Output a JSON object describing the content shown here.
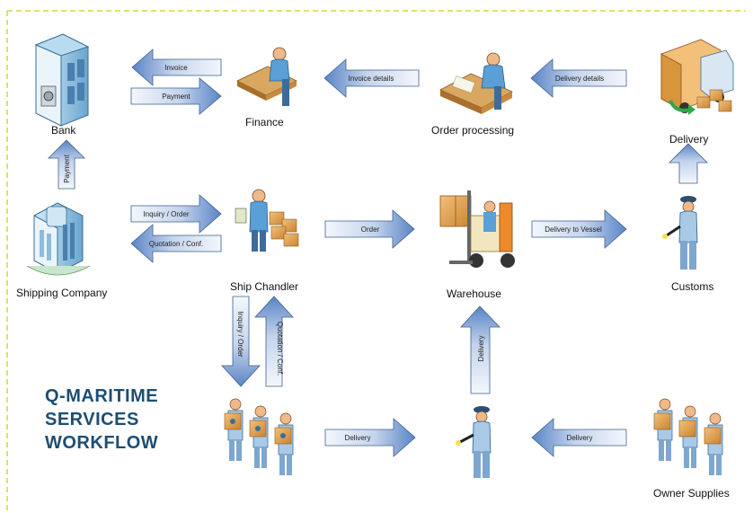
{
  "title": {
    "line1": "Q-MARITIME",
    "line2": "SERVICES",
    "line3": "WORKFLOW"
  },
  "nodes": {
    "bank": "Bank",
    "finance": "Finance",
    "order_processing": "Order processing",
    "delivery": "Delivery",
    "shipping_company": "Shipping Company",
    "ship_chandler": "Ship Chandler",
    "warehouse": "Warehouse",
    "customs": "Customs",
    "owner_supplies": "Owner Supplies"
  },
  "arrows": {
    "invoice": "Invoice",
    "payment": "Payment",
    "invoice_details": "Invoice details",
    "delivery_details": "Delivery details",
    "payment_vertical": "Payment",
    "inquiry_order": "Inquiry / Order",
    "quotation_conf": "Quotation / Conf.",
    "order": "Order",
    "delivery_to_vessel": "Delivery to Vessel",
    "inquiry_order_vertical": "Inquiry / Order",
    "quotation_conf_vertical": "Quotation / Conf.",
    "delivery_vertical": "Delivery",
    "delivery_bottom_left": "Delivery",
    "delivery_bottom_right": "Delivery"
  },
  "colors": {
    "arrow_light": "#eef3fa",
    "arrow_dark": "#5a84c6",
    "arrow_stroke": "#3f5f8f",
    "title": "#1d4e73",
    "border": "#d7d93a"
  }
}
